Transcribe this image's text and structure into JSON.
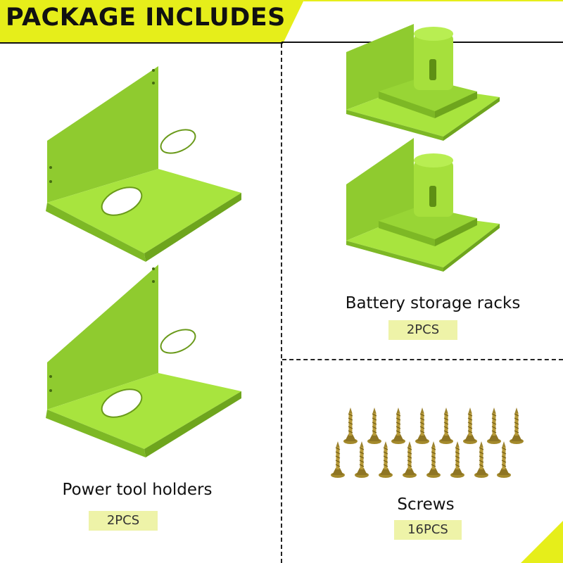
{
  "header": {
    "title": "PACKAGE INCLUDES"
  },
  "items": {
    "holders": {
      "label": "Power tool holders",
      "qty": "2PCS"
    },
    "racks": {
      "label": "Battery storage racks",
      "qty": "2PCS"
    },
    "screws": {
      "label": "Screws",
      "qty": "16PCS"
    }
  },
  "colors": {
    "accent": "#d7e820",
    "product_green": "#a6e23b",
    "qty_badge": "#eef3a8"
  }
}
